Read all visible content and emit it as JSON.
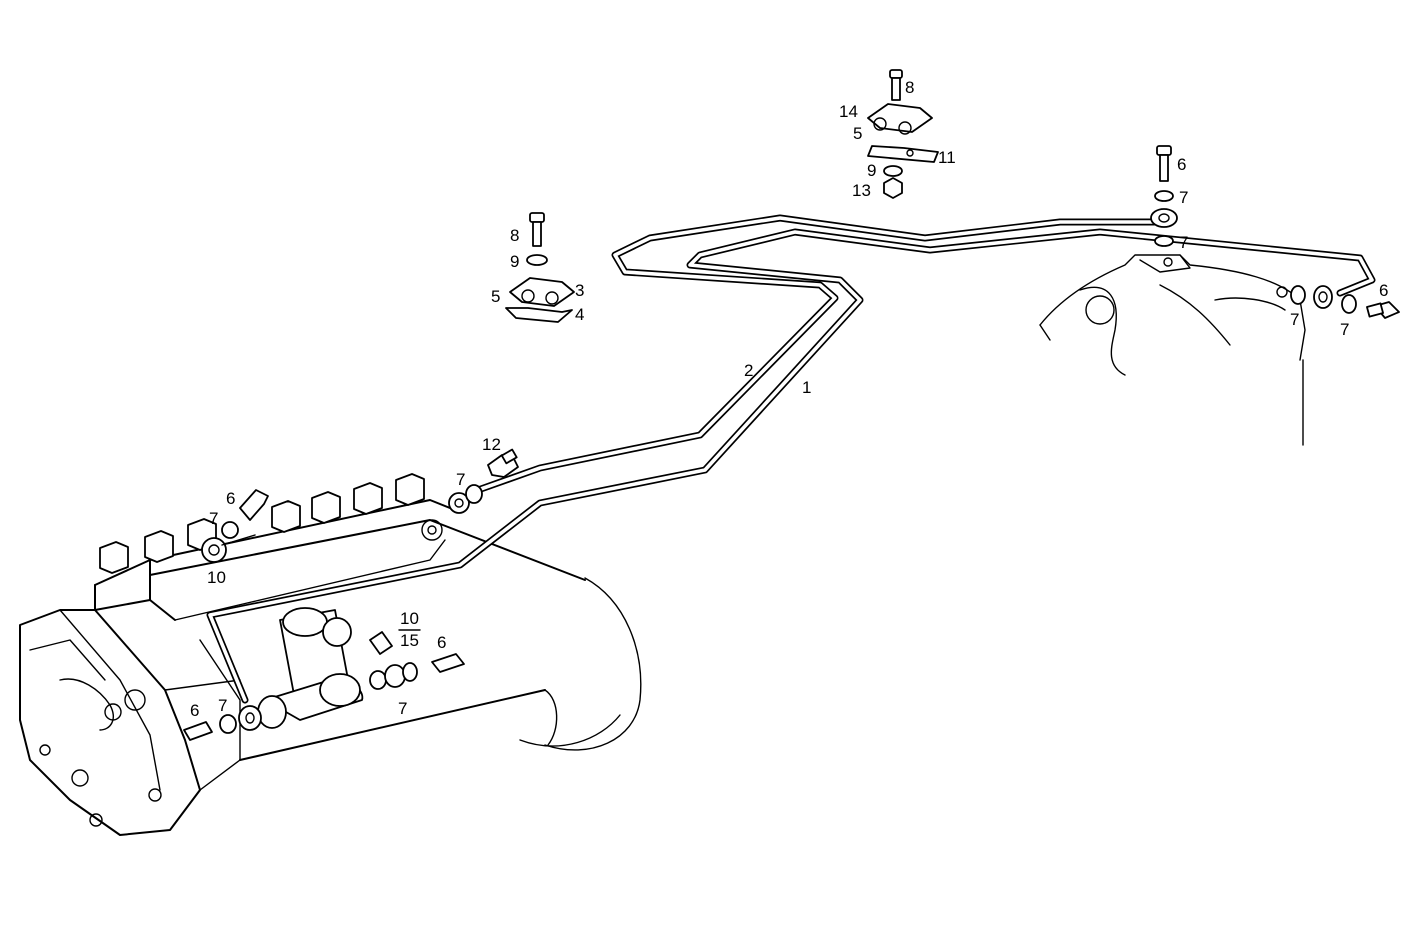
{
  "labels": {
    "pipe_1": "1",
    "pipe_2": "2",
    "clamp_3": "3",
    "clamp_4": "4",
    "clamp_5_left": "5",
    "clamp_5_top": "5",
    "screw_6_pump_front": "6",
    "screw_6_pump_top": "6",
    "screw_6_pump_mid": "6",
    "screw_6_right_top": "6",
    "screw_6_right": "6",
    "washer_7_pump_front": "7",
    "washer_7_pump_top": "7",
    "washer_7_pump_mid": "7",
    "washer_7_pump_rear": "7",
    "washer_7_right_a": "7",
    "washer_7_right_b": "7",
    "washer_7_right_c": "7",
    "washer_7_right_d": "7",
    "bolt_8_left": "8",
    "bolt_8_top": "8",
    "washer_9_left": "9",
    "washer_9_top": "9",
    "union_10_pump": "10",
    "fraction_10": "10",
    "fraction_15": "15",
    "plate_11": "11",
    "plug_12": "12",
    "nut_13": "13",
    "clamp_14": "14"
  }
}
